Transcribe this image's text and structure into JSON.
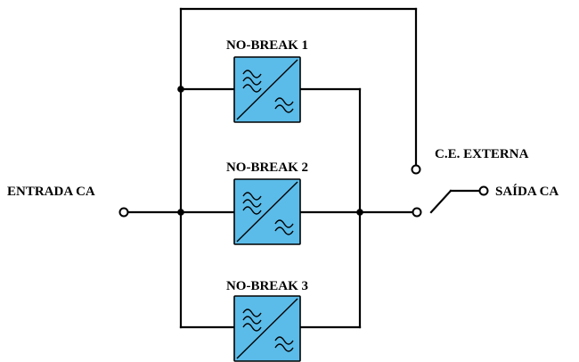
{
  "labels": {
    "input": "ENTRADA CA",
    "output": "SAÍDA CA",
    "external_bypass": "C.E. EXTERNA"
  },
  "ups_units": [
    {
      "label": "NO-BREAK 1"
    },
    {
      "label": "NO-BREAK 2"
    },
    {
      "label": "NO-BREAK 3"
    }
  ],
  "colors": {
    "ups_fill": "#5BBCE9",
    "line": "#000000",
    "background": "#ffffff"
  },
  "icons": {
    "ups": "ac-dc-converter-icon",
    "terminal": "open-circle-terminal",
    "junction": "filled-dot-junction"
  }
}
